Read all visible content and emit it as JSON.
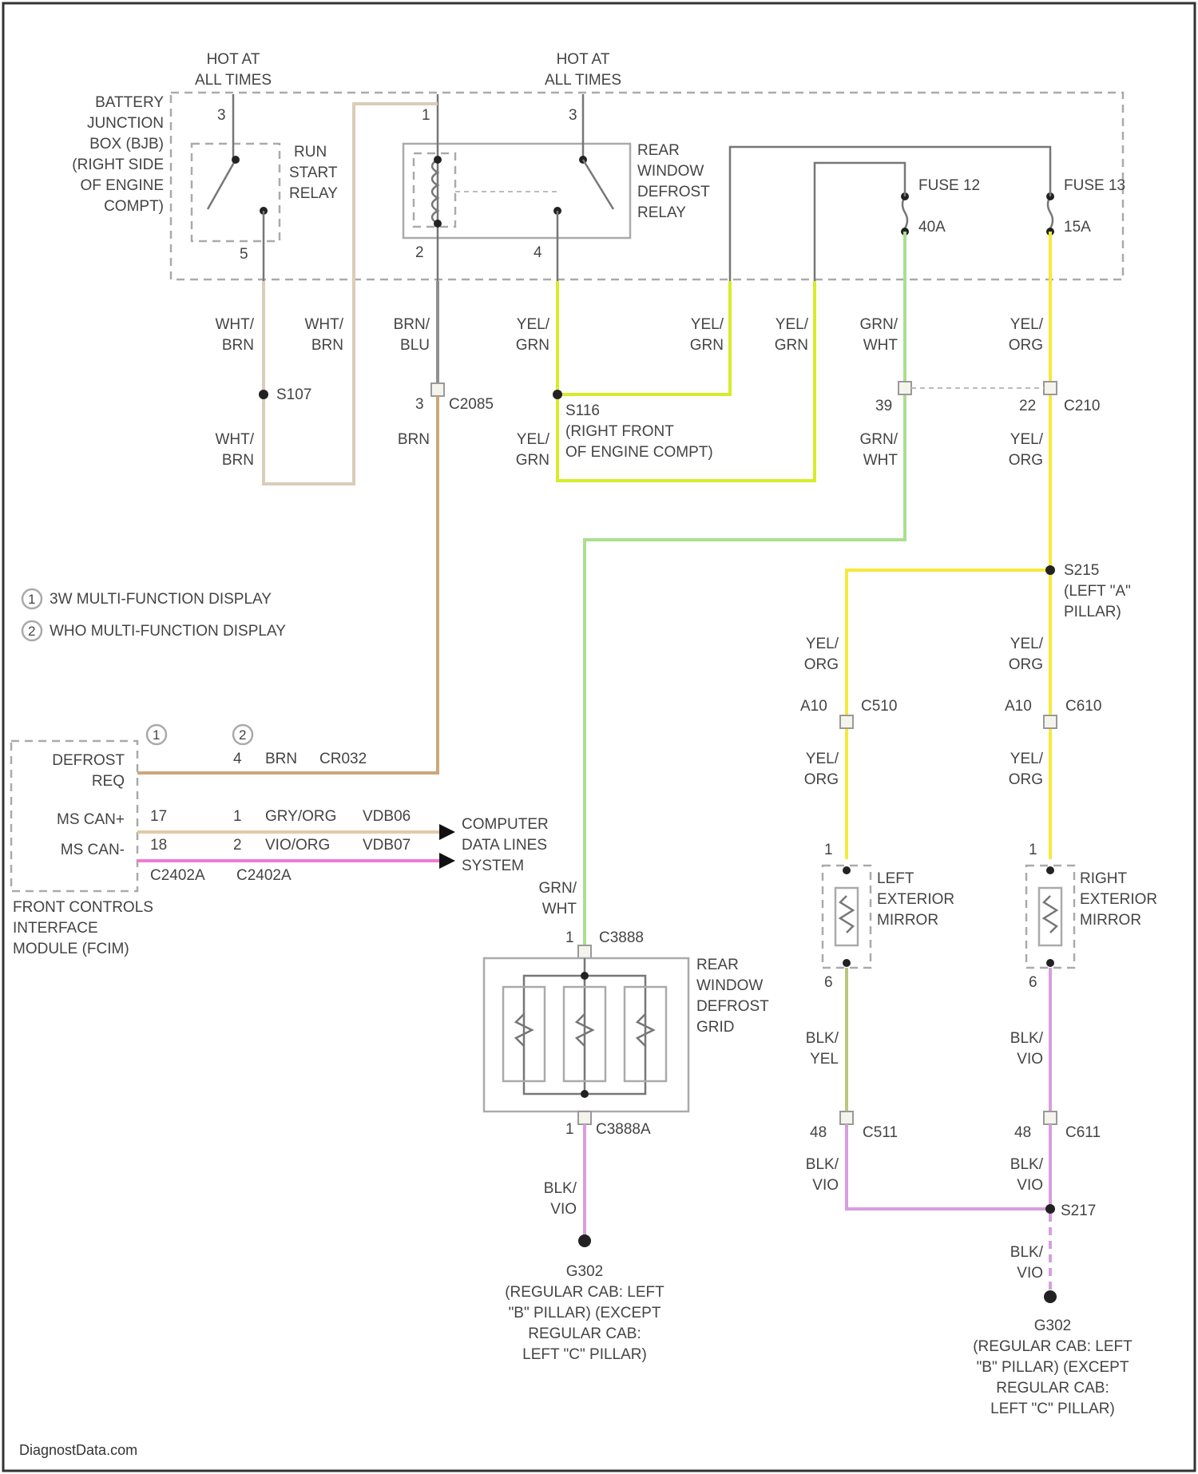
{
  "colors": {
    "white_brown": "#d9cdb8",
    "brown": "#c9a878",
    "brown_blue": "#8f8f8f",
    "yellow_green": "#d6ec2a",
    "green_white": "#a9e08f",
    "yellow_orange": "#f6e93c",
    "black_violet": "#d79ee0",
    "black_yellow": "#b8c77c",
    "orange_line": "#e6c8a6",
    "pink_line": "#f07ad8"
  },
  "bjb": {
    "label": [
      "BATTERY",
      "JUNCTION",
      "BOX (BJB)",
      "(RIGHT SIDE",
      "OF ENGINE",
      "COMPT)"
    ],
    "hot1": [
      "HOT AT",
      "ALL TIMES"
    ],
    "hot2": [
      "HOT AT",
      "ALL TIMES"
    ],
    "run_start_relay": [
      "RUN",
      "START",
      "RELAY"
    ],
    "defrost_relay": [
      "REAR",
      "WINDOW",
      "DEFROST",
      "RELAY"
    ],
    "fuse12": "FUSE 12",
    "fuse12_rating": "40A",
    "fuse13": "FUSE 13",
    "fuse13_rating": "15A",
    "pins": {
      "p3a": "3",
      "p5": "5",
      "p1": "1",
      "p2": "2",
      "p3b": "3",
      "p4": "4"
    }
  },
  "wires": {
    "w1": [
      "WHT/",
      "BRN"
    ],
    "w2": [
      "WHT/",
      "BRN"
    ],
    "w3": [
      "BRN/",
      "BLU"
    ],
    "w4": [
      "YEL/",
      "GRN"
    ],
    "w5": [
      "YEL/",
      "GRN"
    ],
    "w6": [
      "YEL/",
      "GRN"
    ],
    "w7": [
      "GRN/",
      "WHT"
    ],
    "w8": [
      "YEL/",
      "ORG"
    ],
    "w9": [
      "WHT/",
      "BRN"
    ],
    "w10": "BRN",
    "w11": [
      "YEL/",
      "GRN"
    ],
    "w12": [
      "GRN/",
      "WHT"
    ],
    "w13": [
      "YEL/",
      "ORG"
    ],
    "w14": [
      "YEL/",
      "ORG"
    ],
    "w15": [
      "YEL/",
      "ORG"
    ],
    "w16": [
      "YEL/",
      "ORG"
    ],
    "w17": [
      "YEL/",
      "ORG"
    ],
    "w18": [
      "GRN/",
      "WHT"
    ],
    "w19": [
      "BLK/",
      "YEL"
    ],
    "w20": [
      "BLK/",
      "VIO"
    ],
    "w21": [
      "BLK/",
      "VIO"
    ],
    "w22": [
      "BLK/",
      "VIO"
    ],
    "w23": [
      "BLK/",
      "VIO"
    ],
    "w24": [
      "BLK/",
      "VIO"
    ]
  },
  "splices": {
    "s107": "S107",
    "c2085": "C2085",
    "c2085_pin": "3",
    "s116": [
      "S116",
      "(RIGHT FRONT",
      "OF ENGINE COMPT)"
    ],
    "c210": "C210",
    "c210_pin_a": "39",
    "c210_pin_b": "22",
    "s215": [
      "S215",
      "(LEFT \"A\"",
      "PILLAR)"
    ]
  },
  "legend": {
    "item1": "3W MULTI-FUNCTION DISPLAY",
    "item2": "WHO MULTI-FUNCTION DISPLAY",
    "sym1": "1",
    "sym2": "2"
  },
  "fcim": {
    "label": [
      "FRONT CONTROLS",
      "INTERFACE",
      "MODULE (FCIM)"
    ],
    "defrost_req": [
      "DEFROST",
      "REQ"
    ],
    "ms_can_p": "MS CAN+",
    "ms_can_m": "MS CAN-",
    "pin_a": "4",
    "pin_17": "17",
    "pin_1": "1",
    "pin_18": "18",
    "pin_2": "2",
    "wire_brn": "BRN",
    "cir_cr032": "CR032",
    "wire_orgorg": "GRY/ORG",
    "cir_vdb06": "VDB06",
    "wire_vioorg": "VIO/ORG",
    "cir_vdb07": "VDB07",
    "conn1": "C2402A",
    "conn2": "C2402A",
    "data_lines": [
      "COMPUTER",
      "DATA LINES",
      "SYSTEM"
    ]
  },
  "grid": {
    "label": [
      "REAR",
      "WINDOW",
      "DEFROST",
      "GRID"
    ],
    "top_conn": "C3888",
    "top_pin": "1",
    "bot_conn": "C3888A",
    "bot_pin": "1",
    "ground": [
      "G302",
      "(REGULAR CAB: LEFT",
      "\"B\" PILLAR) (EXCEPT",
      "REGULAR CAB:",
      "LEFT \"C\" PILLAR)"
    ]
  },
  "mirrors": {
    "left": [
      "LEFT",
      "EXTERIOR",
      "MIRROR"
    ],
    "right": [
      "RIGHT",
      "EXTERIOR",
      "MIRROR"
    ],
    "c510": "C510",
    "c610": "C610",
    "pin_a10_l": "A10",
    "pin_a10_r": "A10",
    "pin1_l": "1",
    "pin1_r": "1",
    "pin6_l": "6",
    "pin6_r": "6",
    "c511": "C511",
    "c611": "C611",
    "pin48_l": "48",
    "pin48_r": "48",
    "s217": "S217",
    "ground": [
      "G302",
      "(REGULAR CAB: LEFT",
      "\"B\" PILLAR) (EXCEPT",
      "REGULAR CAB:",
      "LEFT \"C\" PILLAR)"
    ]
  },
  "footer": "DiagnostData.com"
}
